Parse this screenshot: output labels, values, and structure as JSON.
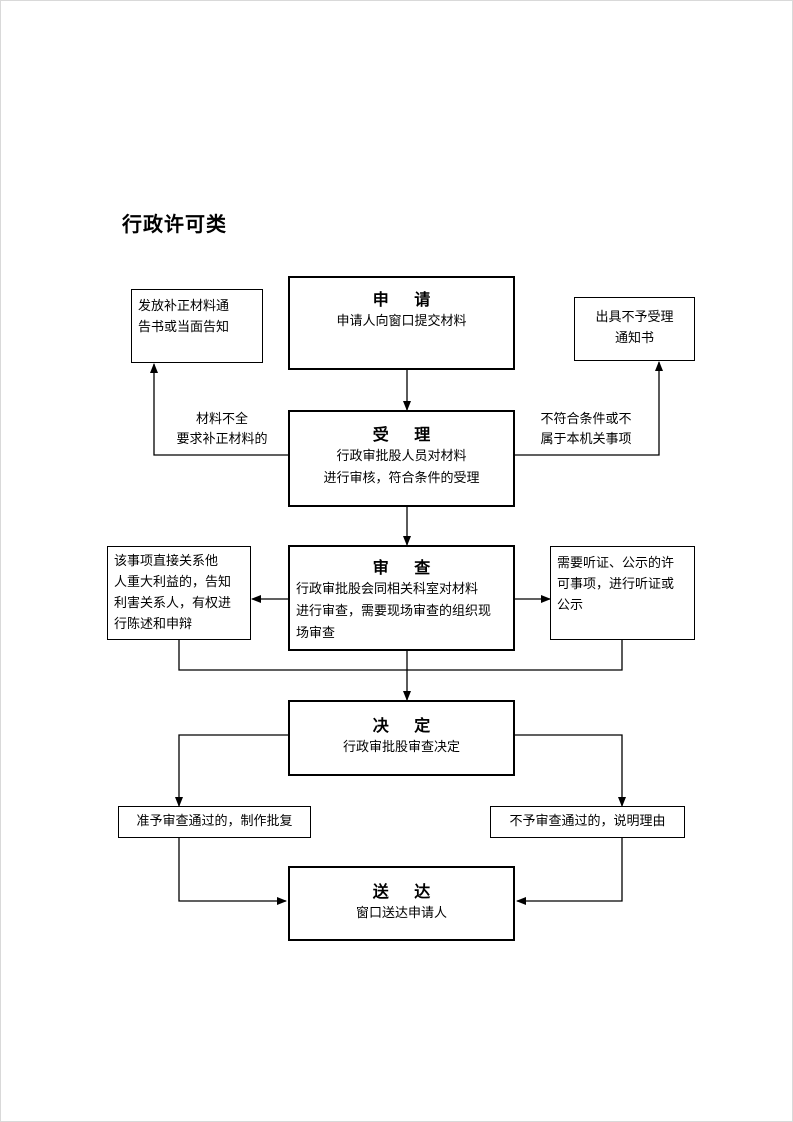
{
  "title": "行政许可类",
  "steps": {
    "apply": {
      "heading": "申 请",
      "text": "申请人向窗口提交材料"
    },
    "accept": {
      "heading": "受 理",
      "text": "行政审批股人员对材料\n进行审核，符合条件的受理"
    },
    "review": {
      "heading": "审 查",
      "text": "行政审批股会同相关科室对材料\n进行审查，需要现场审查的组织现\n场审查"
    },
    "decide": {
      "heading": "决 定",
      "text": "行政审批股审查决定"
    },
    "deliver": {
      "heading": "送 达",
      "text": "窗口送达申请人"
    }
  },
  "side_boxes": {
    "supplement_notice": "发放补正材料通\n告书或当面告知",
    "reject_notice": "出具不予受理\n通知书",
    "stakeholder": "该事项直接关系他\n人重大利益的，告知\n利害关系人，有权进\n行陈述和申辩",
    "hearing": "需要听证、公示的许\n可事项，进行听证或\n公示",
    "approve": "准予审查通过的，制作批复",
    "deny": "不予审查通过的，说明理由"
  },
  "edge_labels": {
    "incomplete": "材料不全\n要求补正材料的",
    "not_eligible": "不符合条件或不\n属于本机关事项"
  }
}
